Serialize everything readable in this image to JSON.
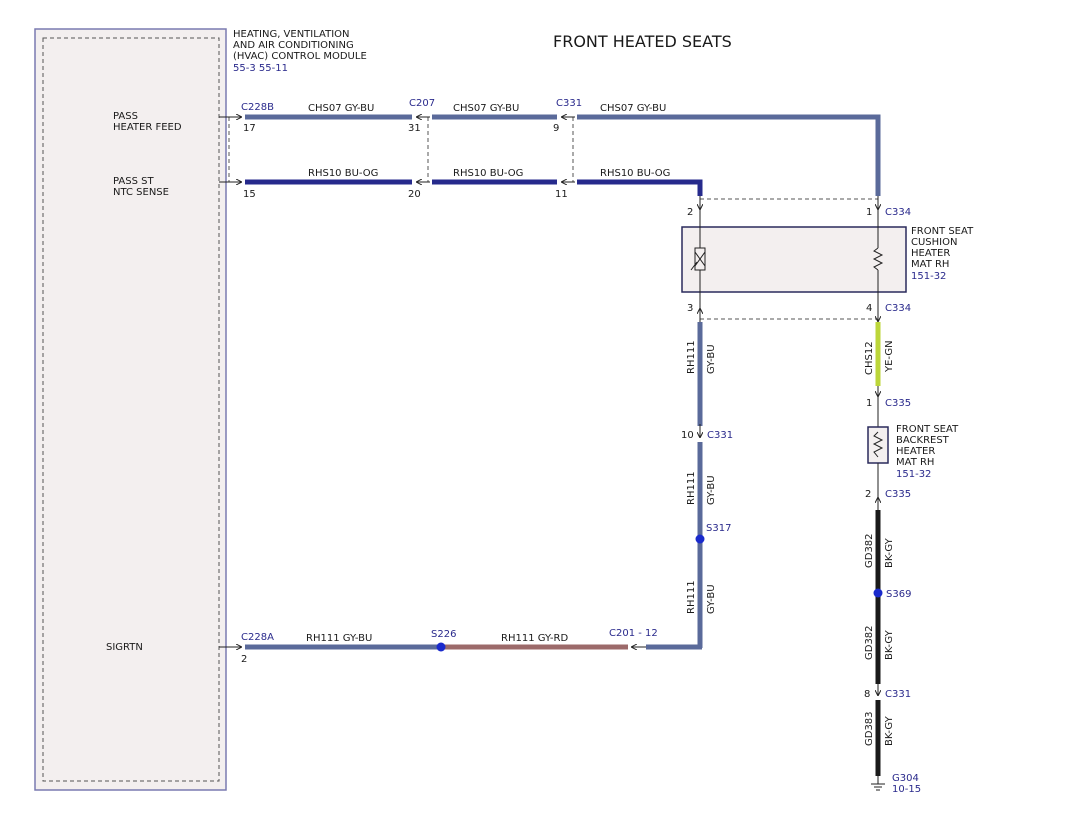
{
  "title": "FRONT HEATED SEATS",
  "module": {
    "name_lines": [
      "HEATING, VENTILATION",
      "AND AIR CONDITIONING",
      "(HVAC) CONTROL MODULE"
    ],
    "ref": "55-3  55-11",
    "signals": {
      "heater_feed": [
        "PASS",
        "HEATER FEED"
      ],
      "ntc_sense": [
        "PASS ST",
        "NTC SENSE"
      ],
      "sigrtn": "SIGRTN"
    }
  },
  "connectors": {
    "c228b": "C228B",
    "c207": "C207",
    "c331": "C331",
    "c228a": "C228A",
    "c201": "C201 - 12",
    "c334": "C334",
    "c335": "C335"
  },
  "pins": {
    "p17": "17",
    "p31": "31",
    "p9": "9",
    "p15": "15",
    "p20": "20",
    "p11": "11",
    "p2": "2",
    "p1": "1",
    "p3": "3",
    "p4": "4",
    "p10": "10",
    "p8": "8"
  },
  "wires": {
    "chs07": "CHS07   GY-BU",
    "rhs10": "RHS10   BU-OG",
    "rh111_gybu": "RH111   GY-BU",
    "rh111_gyrd": "RH111   GY-RD",
    "rh111_id": "RH111",
    "gybu": "GY-BU",
    "chs12": "CHS12",
    "yegn": "YE-GN",
    "gd382": "GD382",
    "gd383": "GD383",
    "bkgy": "BK-GY"
  },
  "splices": {
    "s226": "S226",
    "s317": "S317",
    "s369": "S369"
  },
  "components": {
    "cushion": [
      "FRONT SEAT",
      "CUSHION",
      "HEATER",
      "MAT RH"
    ],
    "cushion_ref": "151-32",
    "backrest": [
      "FRONT SEAT",
      "BACKREST",
      "HEATER",
      "MAT RH"
    ],
    "backrest_ref": "151-32"
  },
  "ground": {
    "id": "G304",
    "ref": "10-15"
  },
  "colors": {
    "gy_bu": "#5a6a9a",
    "bu_og": "#262a8c",
    "gy_rd": "#9c6a6a",
    "ye_gn": "#bcd63a",
    "bk_gy": "#1a1a1a",
    "frame": "#7a7ab0",
    "fill": "#f3efef",
    "label_blue": "#2a2a8c"
  }
}
